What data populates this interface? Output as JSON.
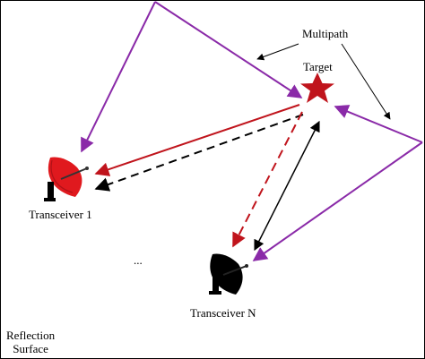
{
  "labels": {
    "multipath": "Multipath",
    "target": "Target",
    "transceiver_1": "Transceiver 1",
    "transceiver_n": "Transceiver N",
    "ellipsis": "...",
    "reflection_line1": "Reflection",
    "reflection_line2": "Surface"
  },
  "colors": {
    "multipath_path": "#8a2aa8",
    "transceiver_1_path": "#c0141c",
    "transceiver_n_path": "#000000",
    "target": "#c0141c",
    "transceiver_1_dish": "#e0191e",
    "transceiver_n_dish": "#000000",
    "annotation_arrow": "#000000"
  },
  "icons": {
    "target": "star-icon",
    "transceiver": "satellite-dish-icon"
  }
}
